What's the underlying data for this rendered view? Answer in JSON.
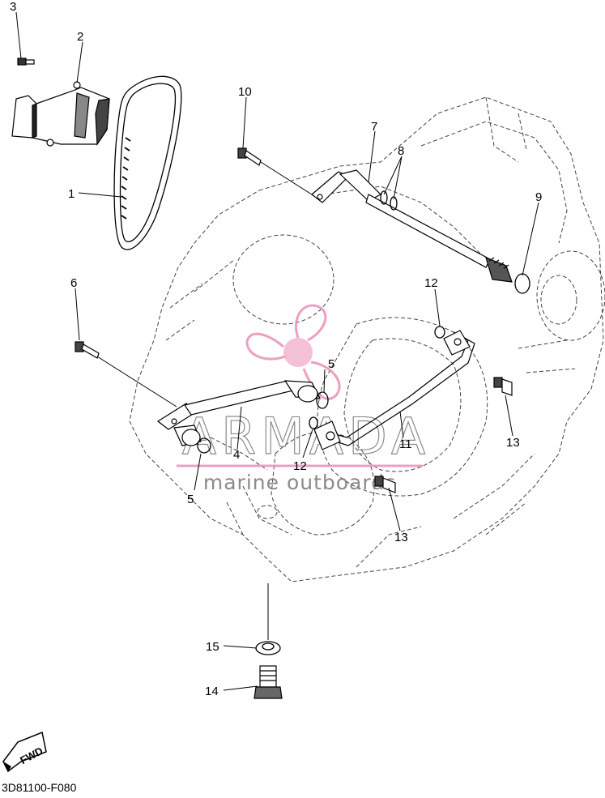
{
  "diagram": {
    "callouts": [
      "1",
      "2",
      "3",
      "4",
      "5",
      "5",
      "6",
      "7",
      "8",
      "9",
      "10",
      "11",
      "12",
      "12",
      "13",
      "13",
      "14",
      "15"
    ],
    "fwd_label": "FWD",
    "part_code": "3D81100-F080"
  },
  "watermark": {
    "brand": "ARMADA",
    "tagline": "marine outboards",
    "accent_color": "#e890b8"
  }
}
